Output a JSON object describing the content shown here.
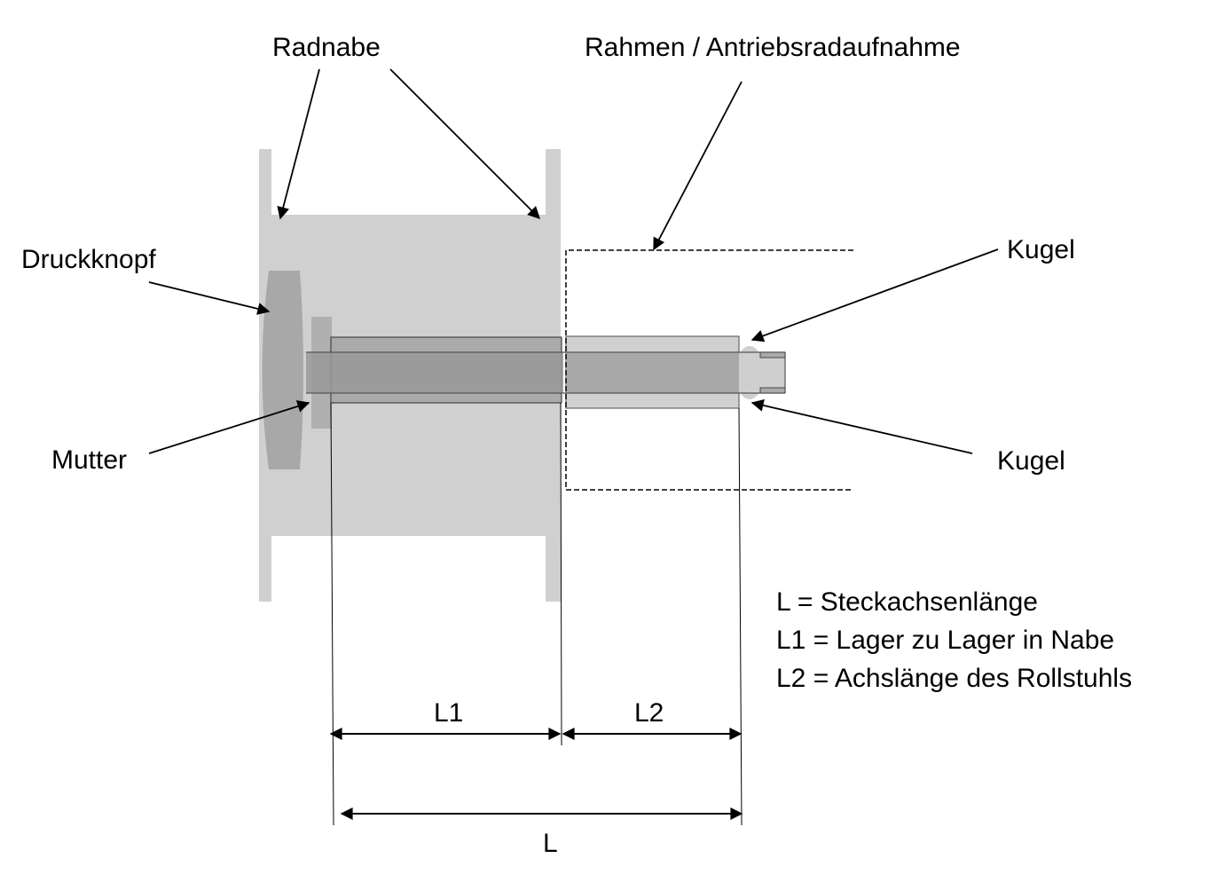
{
  "labels": {
    "radnabe": "Radnabe",
    "rahmen": "Rahmen / Antriebsradaufnahme",
    "druckknopf": "Druckknopf",
    "mutter": "Mutter",
    "kugel_top": "Kugel",
    "kugel_bottom": "Kugel"
  },
  "dimensions": {
    "l1": "L1",
    "l2": "L2",
    "l": "L"
  },
  "legend": [
    "L = Steckachsenlänge",
    "L1 = Lager zu Lager in Nabe",
    "L2 = Achslänge des Rollstuhls"
  ],
  "colors": {
    "hub": "#d0d0d0",
    "knob": "#a8a8a8",
    "axle": "#999999"
  }
}
